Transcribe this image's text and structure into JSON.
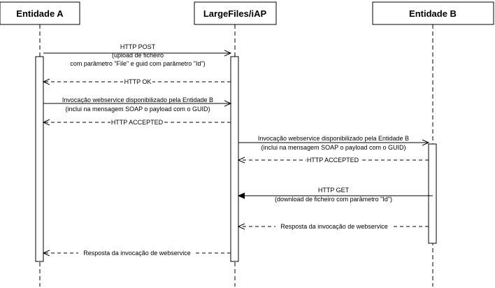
{
  "participants": [
    {
      "id": "a",
      "label": "Entidade A"
    },
    {
      "id": "iap",
      "label": "LargeFiles/iAP"
    },
    {
      "id": "b",
      "label": "Entidade B"
    }
  ],
  "messages": [
    {
      "from": "a",
      "to": "iap",
      "style": "solid",
      "head": "open",
      "lines": [
        "HTTP POST",
        "(upload de ficheiro",
        "com parâmetro \"File\" e guid com parâmetro \"Id\")"
      ]
    },
    {
      "from": "iap",
      "to": "a",
      "style": "dashed",
      "head": "open",
      "lines": [
        "HTTP OK"
      ]
    },
    {
      "from": "a",
      "to": "iap",
      "style": "solid",
      "head": "open",
      "lines": [
        "Invocação webservice disponibilizado pela Entidade B",
        "(inclui na mensagem SOAP o payload com o GUID)"
      ]
    },
    {
      "from": "iap",
      "to": "a",
      "style": "dashed",
      "head": "open",
      "lines": [
        "HTTP ACCEPTED"
      ]
    },
    {
      "from": "iap",
      "to": "b",
      "style": "solid",
      "head": "open",
      "lines": [
        "Invocação webservice disponibilizado pela Entidade B",
        "(inclui na mensagem SOAP o payload com o GUID)"
      ]
    },
    {
      "from": "b",
      "to": "iap",
      "style": "dashed",
      "head": "open",
      "lines": [
        "HTTP ACCEPTED"
      ]
    },
    {
      "from": "b",
      "to": "iap",
      "style": "solid",
      "head": "filled",
      "lines": [
        "HTTP GET",
        "(download de ficheiro com parâmetro \"Id\")"
      ]
    },
    {
      "from": "b",
      "to": "iap",
      "style": "dashed",
      "head": "open",
      "lines": [
        "Resposta da invocação de webservice"
      ]
    },
    {
      "from": "iap",
      "to": "a",
      "style": "dashed",
      "head": "open",
      "lines": [
        "Resposta da invocação de webservice"
      ]
    }
  ]
}
